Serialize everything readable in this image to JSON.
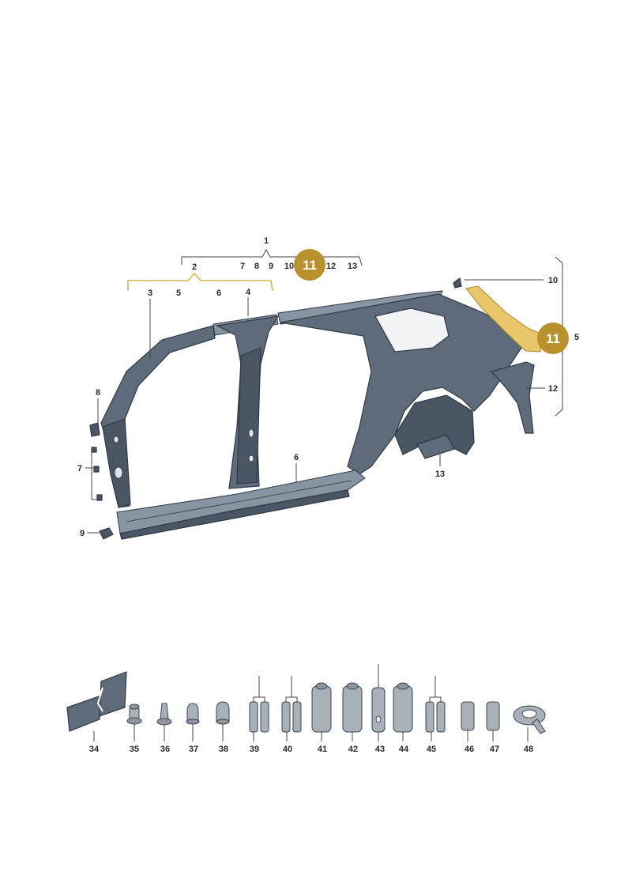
{
  "colors": {
    "callout": "#b8902c",
    "highlight_part": "#e8c66a",
    "bracket": "#d8b64e",
    "panel": "#5d6b7a"
  },
  "top_group": {
    "labels": {
      "l1": "1",
      "l2": "2",
      "l3": "3",
      "l4": "4",
      "l5": "5",
      "l6": "6",
      "l7a": "7",
      "l8a": "8",
      "l9a": "9",
      "l10a": "10",
      "l12a": "12",
      "l13a": "13",
      "l6b": "6",
      "l8b": "8",
      "l7b": "7",
      "l9b": "9",
      "l10b": "10",
      "l5b": "5",
      "l12b": "12",
      "l13b": "13"
    },
    "callouts": [
      "11",
      "11"
    ]
  },
  "bottom_row": {
    "labels": [
      "34",
      "35",
      "36",
      "37",
      "38",
      "39",
      "40",
      "41",
      "42",
      "43",
      "44",
      "45",
      "46",
      "47",
      "48"
    ]
  }
}
